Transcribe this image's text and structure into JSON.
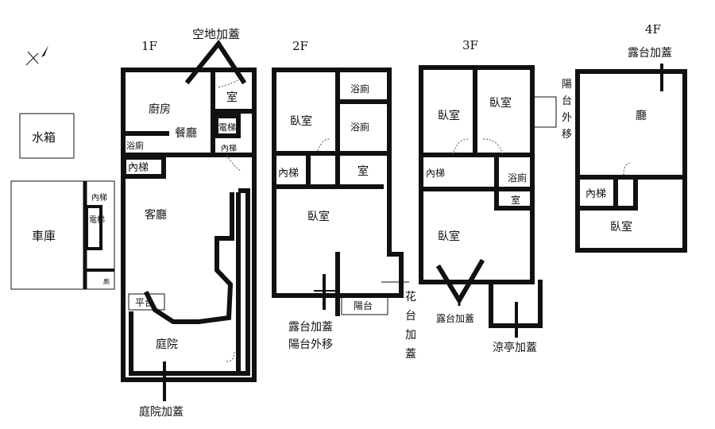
{
  "floors": {
    "f1": "1F",
    "f2": "2F",
    "f3": "3F",
    "f4": "4F"
  },
  "outside": {
    "water_tank": "水箱",
    "garage": "車庫",
    "garage_stair": "內梯",
    "garage_elevator": "電梯",
    "garage_wc": "廁"
  },
  "f1": {
    "kitchen": "廚房",
    "dining": "餐廳",
    "room": "室",
    "elevator": "電梯",
    "inner_stair_small": "內梯",
    "bath": "浴廁",
    "inner_stair": "內梯",
    "living": "客廳",
    "platform": "平台",
    "courtyard": "庭院"
  },
  "f2": {
    "bedroom1": "臥室",
    "bath1": "浴廁",
    "bath2": "浴廁",
    "stair": "內梯",
    "room": "室",
    "bedroom2": "臥室",
    "balcony": "陽台"
  },
  "f3": {
    "bedroom1": "臥室",
    "bedroom2": "臥室",
    "stair": "內梯",
    "bath": "浴廁",
    "room": "室",
    "bedroom3": "臥室"
  },
  "f4": {
    "hall": "廳",
    "stair": "內梯",
    "bedroom": "臥室"
  },
  "annotations": {
    "open_space": "空地加蓋",
    "courtyard_add": "庭院加蓋",
    "terrace_add_2f": "露台加蓋",
    "balcony_move_2f": "陽台外移",
    "planter_add": [
      "花",
      "台",
      "加",
      "蓋"
    ],
    "terrace_add_3f": "露台加蓋",
    "pavilion_add": "涼亭加蓋",
    "balcony_move_3f": [
      "陽",
      "台",
      "外",
      "移"
    ],
    "terrace_add_4f": "露台加蓋"
  }
}
